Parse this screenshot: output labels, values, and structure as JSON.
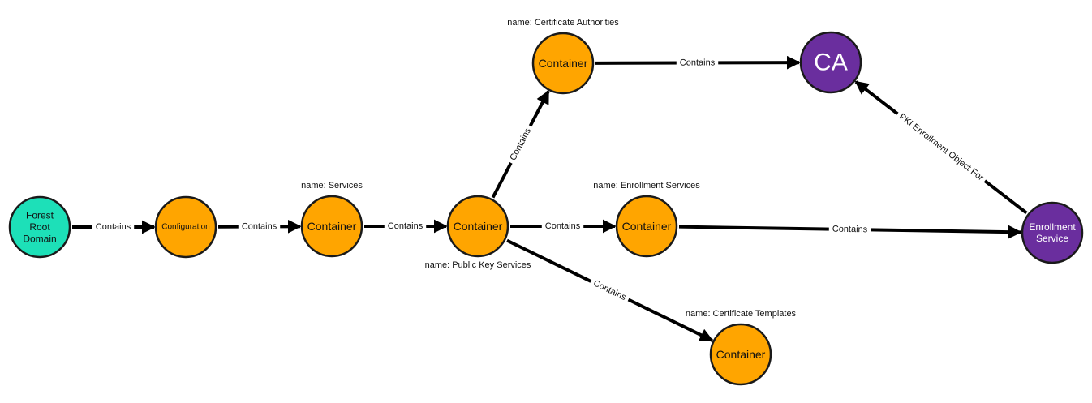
{
  "colors": {
    "forest": "#1de0b8",
    "container": "#ffa500",
    "purple": "#6a2e9e",
    "edge": "#000000"
  },
  "nodes": [
    {
      "id": "forest",
      "lines": [
        "Forest",
        "Root",
        "Domain"
      ],
      "color": "forest",
      "text_color": "#111111",
      "caption": ""
    },
    {
      "id": "configuration",
      "lines": [
        "Configuration"
      ],
      "color": "container",
      "text_color": "#111111",
      "caption": ""
    },
    {
      "id": "services",
      "lines": [
        "Container"
      ],
      "color": "container",
      "text_color": "#111111",
      "caption": "name: Services"
    },
    {
      "id": "pks",
      "lines": [
        "Container"
      ],
      "color": "container",
      "text_color": "#111111",
      "caption": "name: Public Key Services"
    },
    {
      "id": "ca-container",
      "lines": [
        "Container"
      ],
      "color": "container",
      "text_color": "#111111",
      "caption": "name: Certificate Authorities"
    },
    {
      "id": "enroll-container",
      "lines": [
        "Container"
      ],
      "color": "container",
      "text_color": "#111111",
      "caption": "name: Enrollment Services"
    },
    {
      "id": "templates",
      "lines": [
        "Container"
      ],
      "color": "container",
      "text_color": "#111111",
      "caption": "name: Certificate Templates"
    },
    {
      "id": "ca",
      "lines": [
        "CA"
      ],
      "color": "purple",
      "text_color": "#ffffff",
      "caption": ""
    },
    {
      "id": "enrollment-service",
      "lines": [
        "Enrollment",
        "Service"
      ],
      "color": "purple",
      "text_color": "#ffffff",
      "caption": ""
    }
  ],
  "edges": [
    {
      "from": "forest",
      "to": "configuration",
      "label": "Contains"
    },
    {
      "from": "configuration",
      "to": "services",
      "label": "Contains"
    },
    {
      "from": "services",
      "to": "pks",
      "label": "Contains"
    },
    {
      "from": "pks",
      "to": "ca-container",
      "label": "Contains"
    },
    {
      "from": "pks",
      "to": "enroll-container",
      "label": "Contains"
    },
    {
      "from": "pks",
      "to": "templates",
      "label": "Contains"
    },
    {
      "from": "ca-container",
      "to": "ca",
      "label": "Contains"
    },
    {
      "from": "enroll-container",
      "to": "enrollment-service",
      "label": "Contains"
    },
    {
      "from": "enrollment-service",
      "to": "ca",
      "label": "PKI Enrollment Object For"
    }
  ]
}
